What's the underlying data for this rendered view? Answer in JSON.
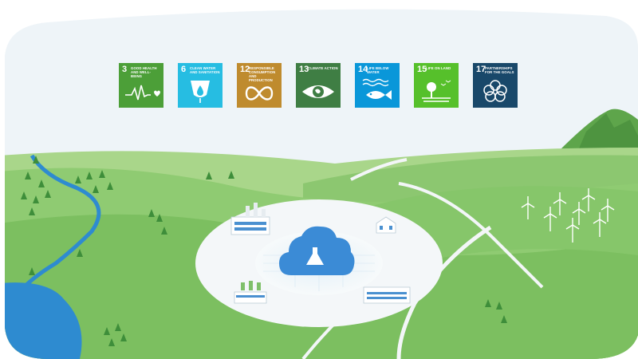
{
  "sdg_goals": [
    {
      "number": "3",
      "label": "GOOD HEALTH AND WELL-BEING",
      "color": "#4C9F38",
      "icon": "heartbeat-icon"
    },
    {
      "number": "6",
      "label": "CLEAN WATER AND SANITATION",
      "color": "#26BDE2",
      "icon": "water-drop-icon"
    },
    {
      "number": "12",
      "label": "RESPONSIBLE CONSUMPTION AND PRODUCTION",
      "color": "#BF8B2E",
      "icon": "infinity-icon"
    },
    {
      "number": "13",
      "label": "CLIMATE ACTION",
      "color": "#3F7E44",
      "icon": "eye-globe-icon"
    },
    {
      "number": "14",
      "label": "LIFE BELOW WATER",
      "color": "#0A97D9",
      "icon": "fish-icon"
    },
    {
      "number": "15",
      "label": "LIFE ON LAND",
      "color": "#56C02B",
      "icon": "tree-birds-icon"
    },
    {
      "number": "17",
      "label": "PARTNERSHIPS FOR THE GOALS",
      "color": "#19486A",
      "icon": "interlocking-rings-icon"
    }
  ],
  "colors": {
    "sky": "#EEF4F8",
    "grass_light": "#9FD07E",
    "grass_mid": "#7FBF63",
    "grass_dark": "#5EA54B",
    "river": "#2E8BD0",
    "cloud_blue": "#3B8BD6",
    "pad": "#F3F6F8"
  }
}
